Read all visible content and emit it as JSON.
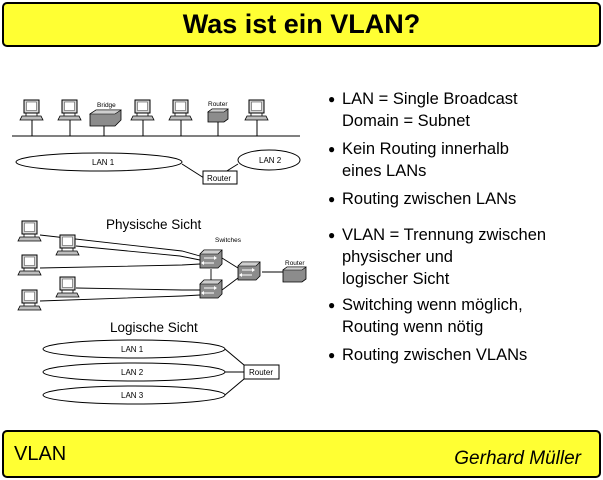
{
  "title": "Was ist ein VLAN?",
  "footer": {
    "left": "VLAN",
    "right": "Gerhard Müller"
  },
  "bullets": [
    "LAN = Single Broadcast\nDomain = Subnet",
    "Kein Routing innerhalb\neines LANs",
    "Routing zwischen LANs",
    "VLAN = Trennung zwischen\nphysischer und\nlogischer Sicht",
    "Switching wenn möglich,\nRouting wenn nötig",
    "Routing zwischen VLANs"
  ],
  "diagram_top": {
    "bridge_label": "Bridge",
    "router_label": "Router",
    "lan1": "LAN 1",
    "lan2": "LAN 2",
    "router_box": "Router"
  },
  "diagram_physical": {
    "heading": "Physische Sicht",
    "switches_label": "Switches",
    "router_label": "Router"
  },
  "diagram_logical": {
    "heading": "Logische Sicht",
    "lan1": "LAN 1",
    "lan2": "LAN 2",
    "lan3": "LAN 3",
    "router_box": "Router"
  }
}
